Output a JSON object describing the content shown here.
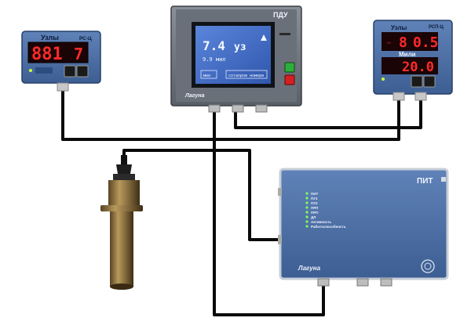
{
  "pdu": {
    "name": "ПДУ",
    "brand": "Лагуна",
    "screen_value": "7.4",
    "screen_unit": "уз",
    "screen_sub": "9.9 мил",
    "btn_left": "мен",
    "btn_right": "сотапров номери"
  },
  "left_meter": {
    "label": "Узлы",
    "model": "РС-Ц",
    "digits": "881",
    "digit_last": "7"
  },
  "right_meter": {
    "label_top": "Узлы",
    "model": "РСП-Ц",
    "row1_digits": "8",
    "row1_last": "0.5",
    "label_mid": "Мили",
    "row2_digits": "20.0"
  },
  "pit": {
    "name": "ПИТ",
    "brand": "Лагуна",
    "legend": [
      "ПИТ",
      "ПУ1",
      "ПУ2",
      "ПРЛ",
      "ПРП",
      "ДЛ",
      "Активность",
      "Работоспособность"
    ]
  },
  "colors": {
    "device_blue": "#4a6ea6",
    "display_red": "#ff2a2a",
    "cable": "#0a0a0a",
    "lcd_blue": "#3f69c8"
  }
}
